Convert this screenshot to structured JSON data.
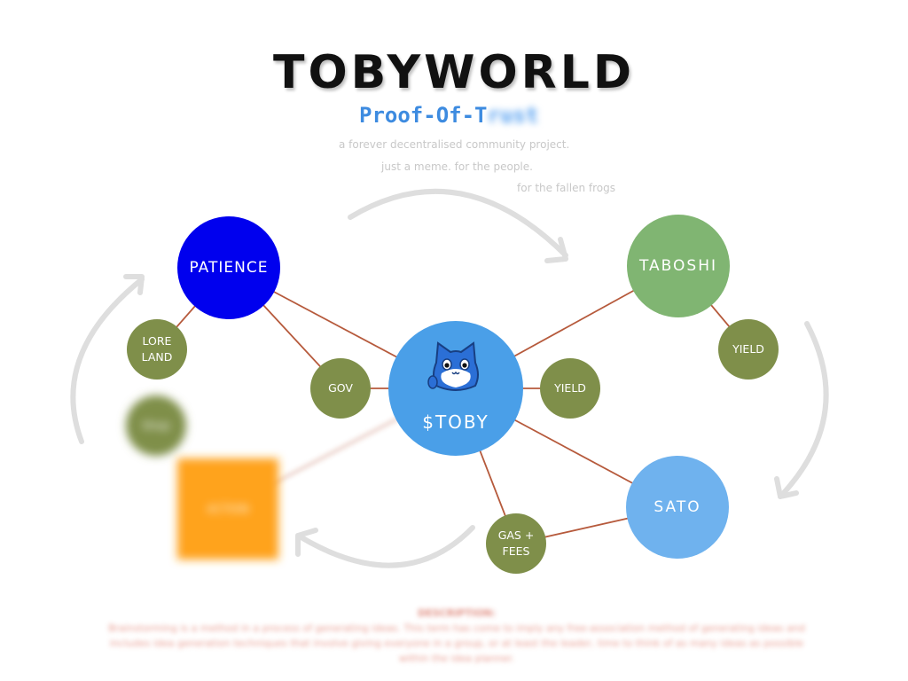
{
  "header": {
    "title": "TOBYWORLD",
    "subtitle_visible": "Proof-Of-T",
    "subtitle_blurred": "rust",
    "tagline_1": "a forever decentralised community project.",
    "tagline_2": "just a meme. for the people.",
    "tagline_3": "for the fallen frogs"
  },
  "nodes": {
    "patience": "PATIENCE",
    "taboshi": "TABOSHI",
    "sato": "SATO",
    "toby": "$TOBY",
    "yield_right": "YIELD",
    "yield_center": "YIELD",
    "gov": "GOV",
    "lore_land": "LORE LAND",
    "gas_fees": "GAS + FEES",
    "blurred_small": "Shop",
    "blurred_square": "ACTION"
  },
  "description": {
    "heading": "DESCRIPTION:",
    "text": "Brainstorming is a method in a process of generating ideas. This term has come to imply any free-association method of generating ideas and includes idea generation techniques that involve giving everyone in a group, or at least the leader, time to think of as many ideas as possible within the idea planner."
  },
  "colors": {
    "patience": "#0000ee",
    "taboshi": "#80b572",
    "sato": "#6fb2ee",
    "toby": "#4a9fe8",
    "olive": "#7f8f4a",
    "orange": "#ffa31a",
    "edge": "#b65a3c",
    "arrow": "#dedede"
  },
  "icons": [
    "toby-cat-icon"
  ]
}
